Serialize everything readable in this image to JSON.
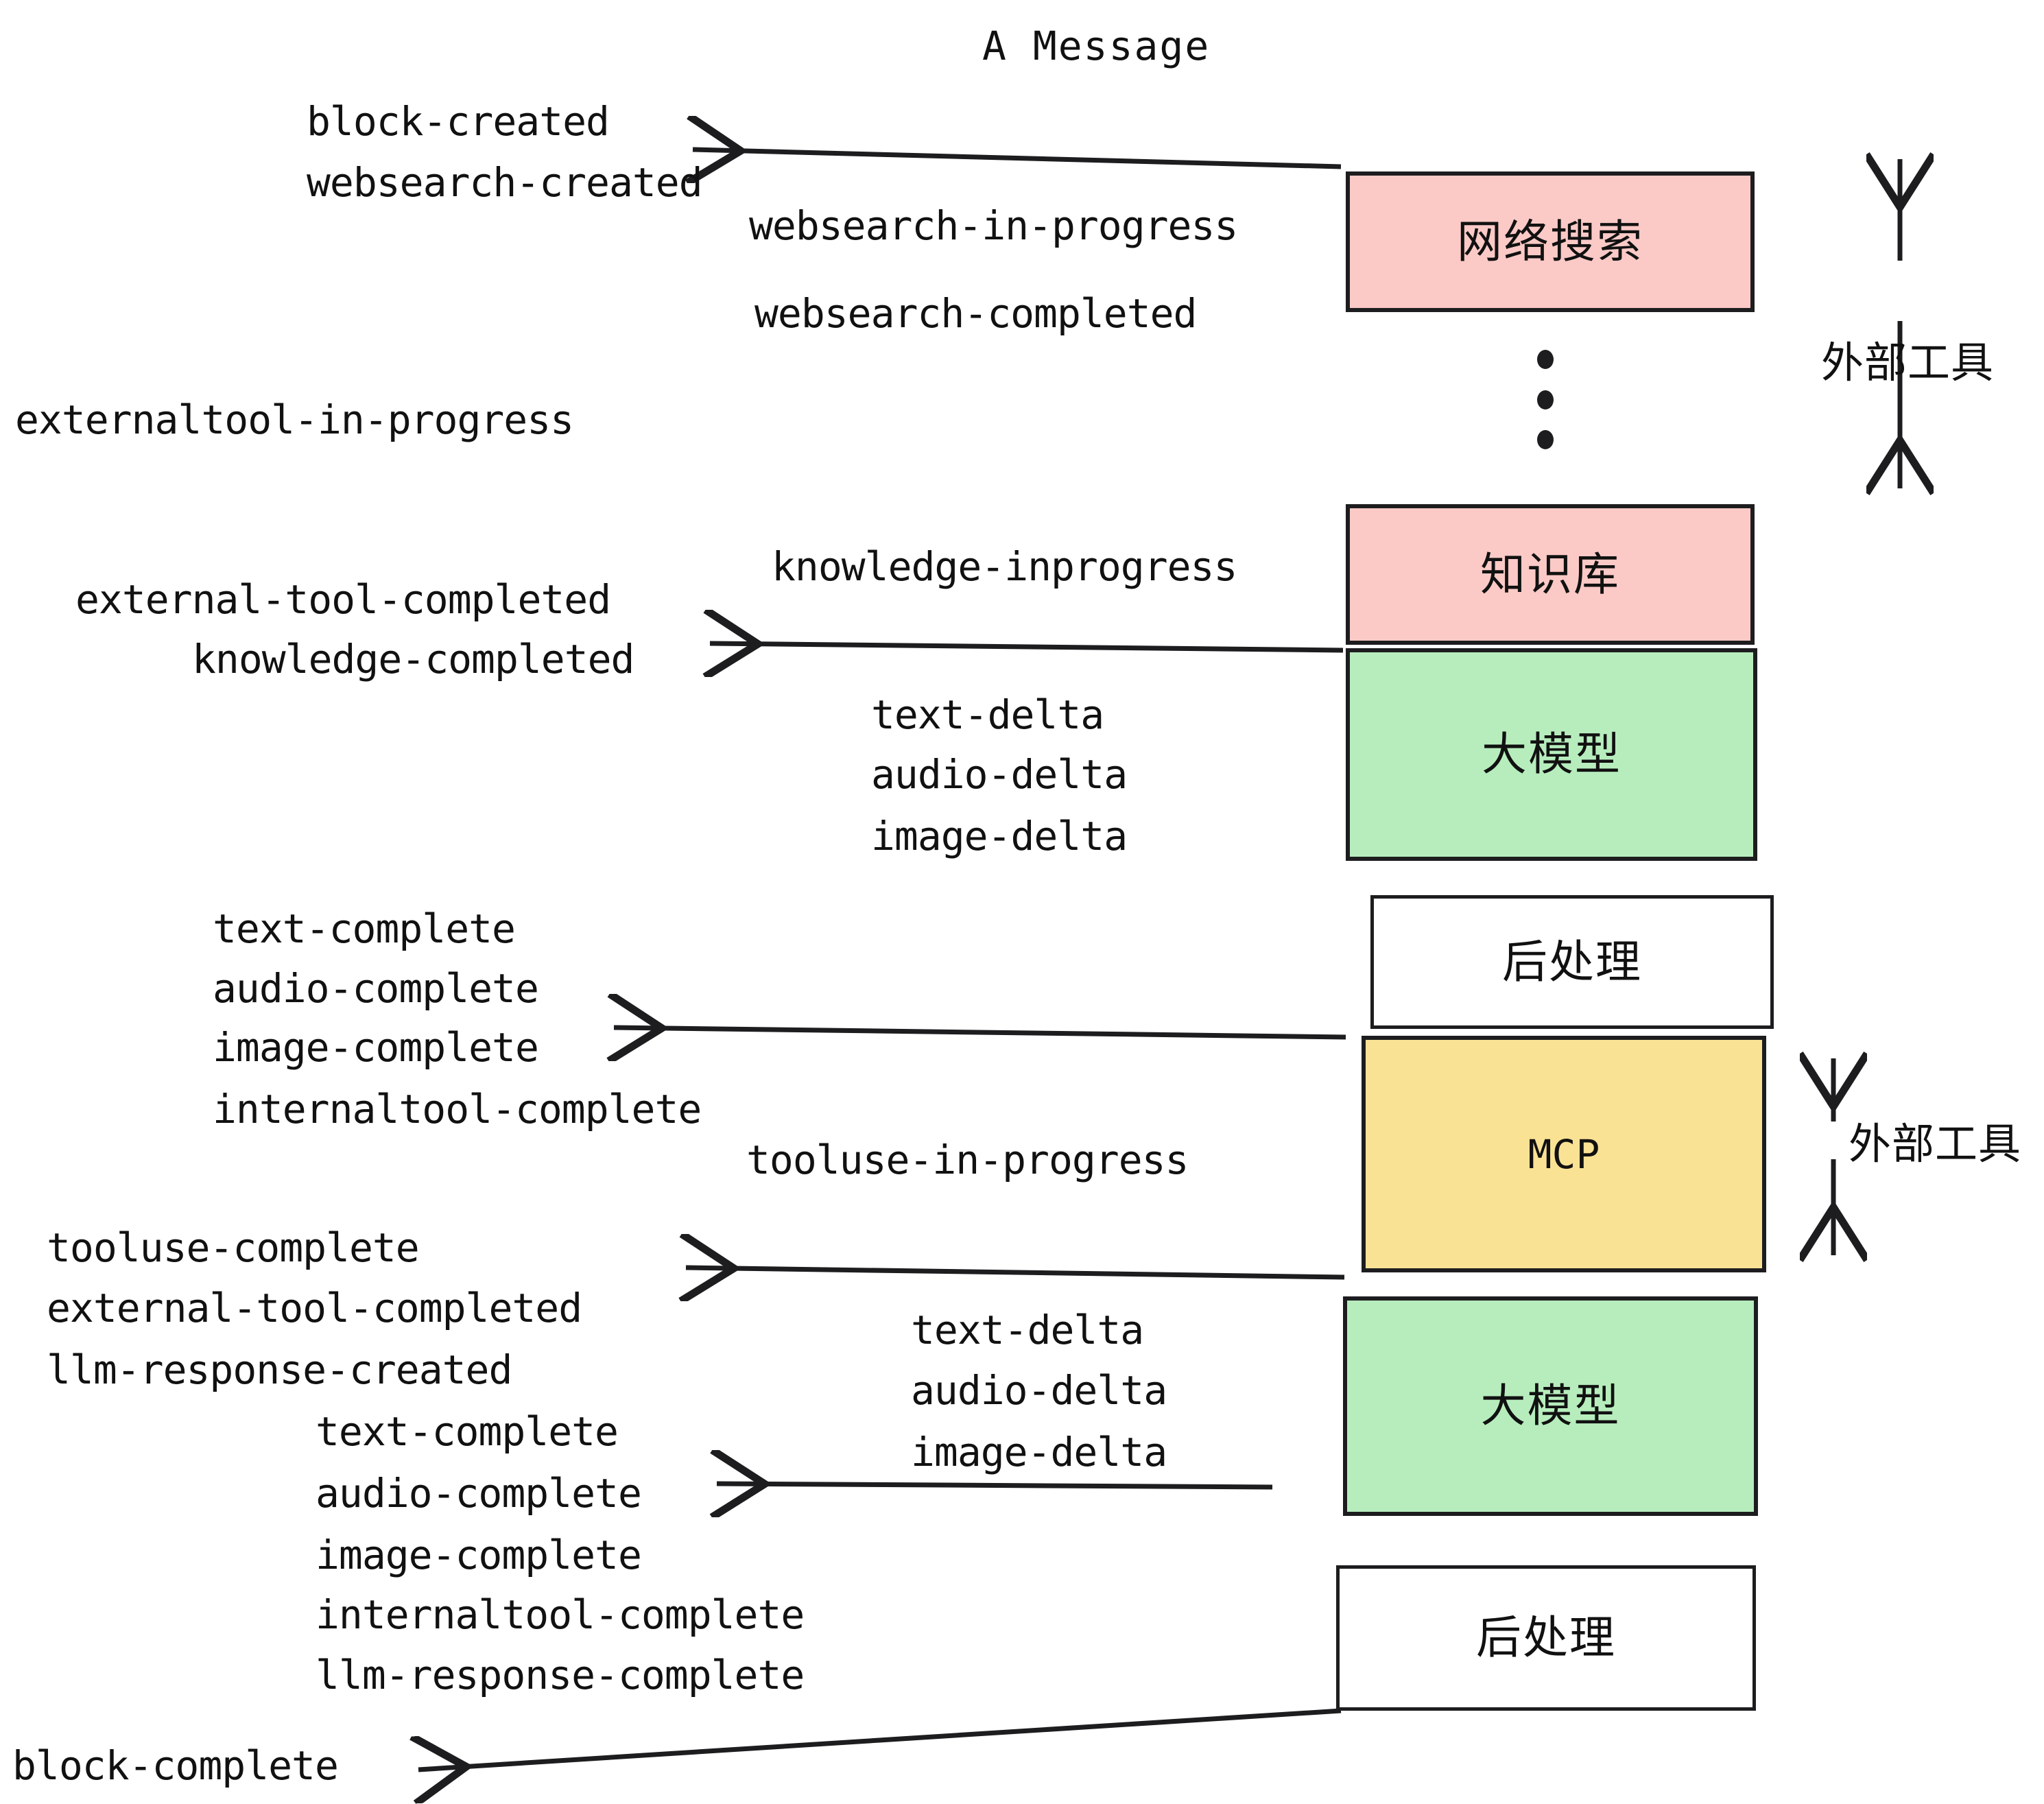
{
  "title": "A Message",
  "colors": {
    "pink": "#FBCAC6",
    "green": "#B7EDBD",
    "amber": "#FAE294",
    "plain": "#FFFFFF",
    "stroke": "#1D1D1F",
    "text": "#111111"
  },
  "nodes": {
    "websearch": "网络搜索",
    "knowledge": "知识库",
    "llm_top": "大模型",
    "postprocess_top": "后处理",
    "mcp": "MCP",
    "llm_bottom": "大模型",
    "postprocess_bottom": "后处理"
  },
  "side_labels": {
    "external_tool_upper": "外部工具",
    "external_tool_lower": "外部工具"
  },
  "events": {
    "block_created": "block-created",
    "websearch_created": "websearch-created",
    "websearch_in_progress": "websearch-in-progress",
    "websearch_completed": "websearch-completed",
    "externaltool_in_progress": "externaltool-in-progress",
    "knowledge_inprogress": "knowledge-inprogress",
    "external_tool_completed_1": "external-tool-completed",
    "knowledge_completed": "knowledge-completed",
    "text_delta_1": "text-delta",
    "audio_delta_1": "audio-delta",
    "image_delta_1": "image-delta",
    "text_complete_1": "text-complete",
    "audio_complete_1": "audio-complete",
    "image_complete_1": "image-complete",
    "internaltool_complete_1": "internaltool-complete",
    "tooluse_in_progress": "tooluse-in-progress",
    "tooluse_complete": "tooluse-complete",
    "external_tool_completed_2": "external-tool-completed",
    "llm_response_created": "llm-response-created",
    "text_delta_2": "text-delta",
    "audio_delta_2": "audio-delta",
    "image_delta_2": "image-delta",
    "text_complete_2": "text-complete",
    "audio_complete_2": "audio-complete",
    "image_complete_2": "image-complete",
    "internaltool_complete_2": "internaltool-complete",
    "llm_response_complete": "llm-response-complete",
    "block_complete": "block-complete"
  }
}
